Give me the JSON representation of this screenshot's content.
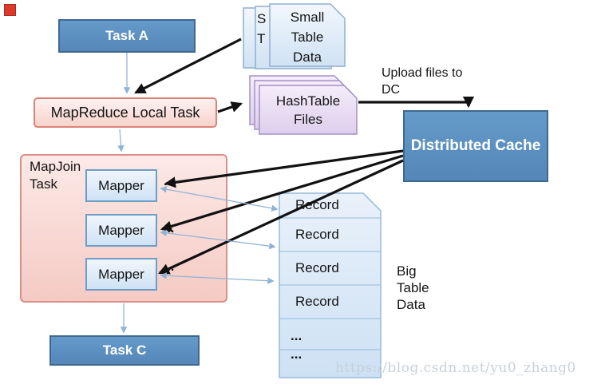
{
  "diagram": {
    "task_a": {
      "label": "Task A"
    },
    "small_table": {
      "lines": [
        "Small",
        "Table",
        "Data"
      ],
      "peek_lines": [
        "S",
        "T"
      ]
    },
    "mapreduce": {
      "label": "MapReduce Local Task"
    },
    "hashtable": {
      "lines": [
        "HashTable",
        "Files"
      ]
    },
    "upload_note": {
      "lines": [
        "Upload files to",
        "DC"
      ]
    },
    "distributed_cache": {
      "label": "Distributed Cache"
    },
    "mapjoin": {
      "lines": [
        "MapJoin",
        "Task"
      ]
    },
    "mappers": [
      {
        "label": "Mapper",
        "dots": "..."
      },
      {
        "label": "Mapper",
        "dots": "..."
      },
      {
        "label": "Mapper",
        "dots": "..."
      }
    ],
    "record_table": {
      "rows": [
        "Record",
        "Record",
        "Record",
        "Record",
        "...",
        "..."
      ]
    },
    "big_table": {
      "lines": [
        "Big",
        "Table",
        "Data"
      ]
    },
    "task_c": {
      "label": "Task C"
    },
    "watermark": "https://blog.csdn.net/yu0_zhang0",
    "colors": {
      "node_blue_fill": "#5b8ec1",
      "node_blue_border": "#3e6890",
      "pink_fill": "#fbe5e2",
      "pink_border": "#dc8278",
      "card_blue_fill": "#ddeaf7",
      "card_blue_border": "#8fafd0",
      "lavender_fill": "#e9def4",
      "lavender_border": "#a58fc5",
      "arrow_black": "#111111",
      "arrow_blue": "#8fb4d8",
      "watermark_gray": "#c6ced6"
    }
  }
}
